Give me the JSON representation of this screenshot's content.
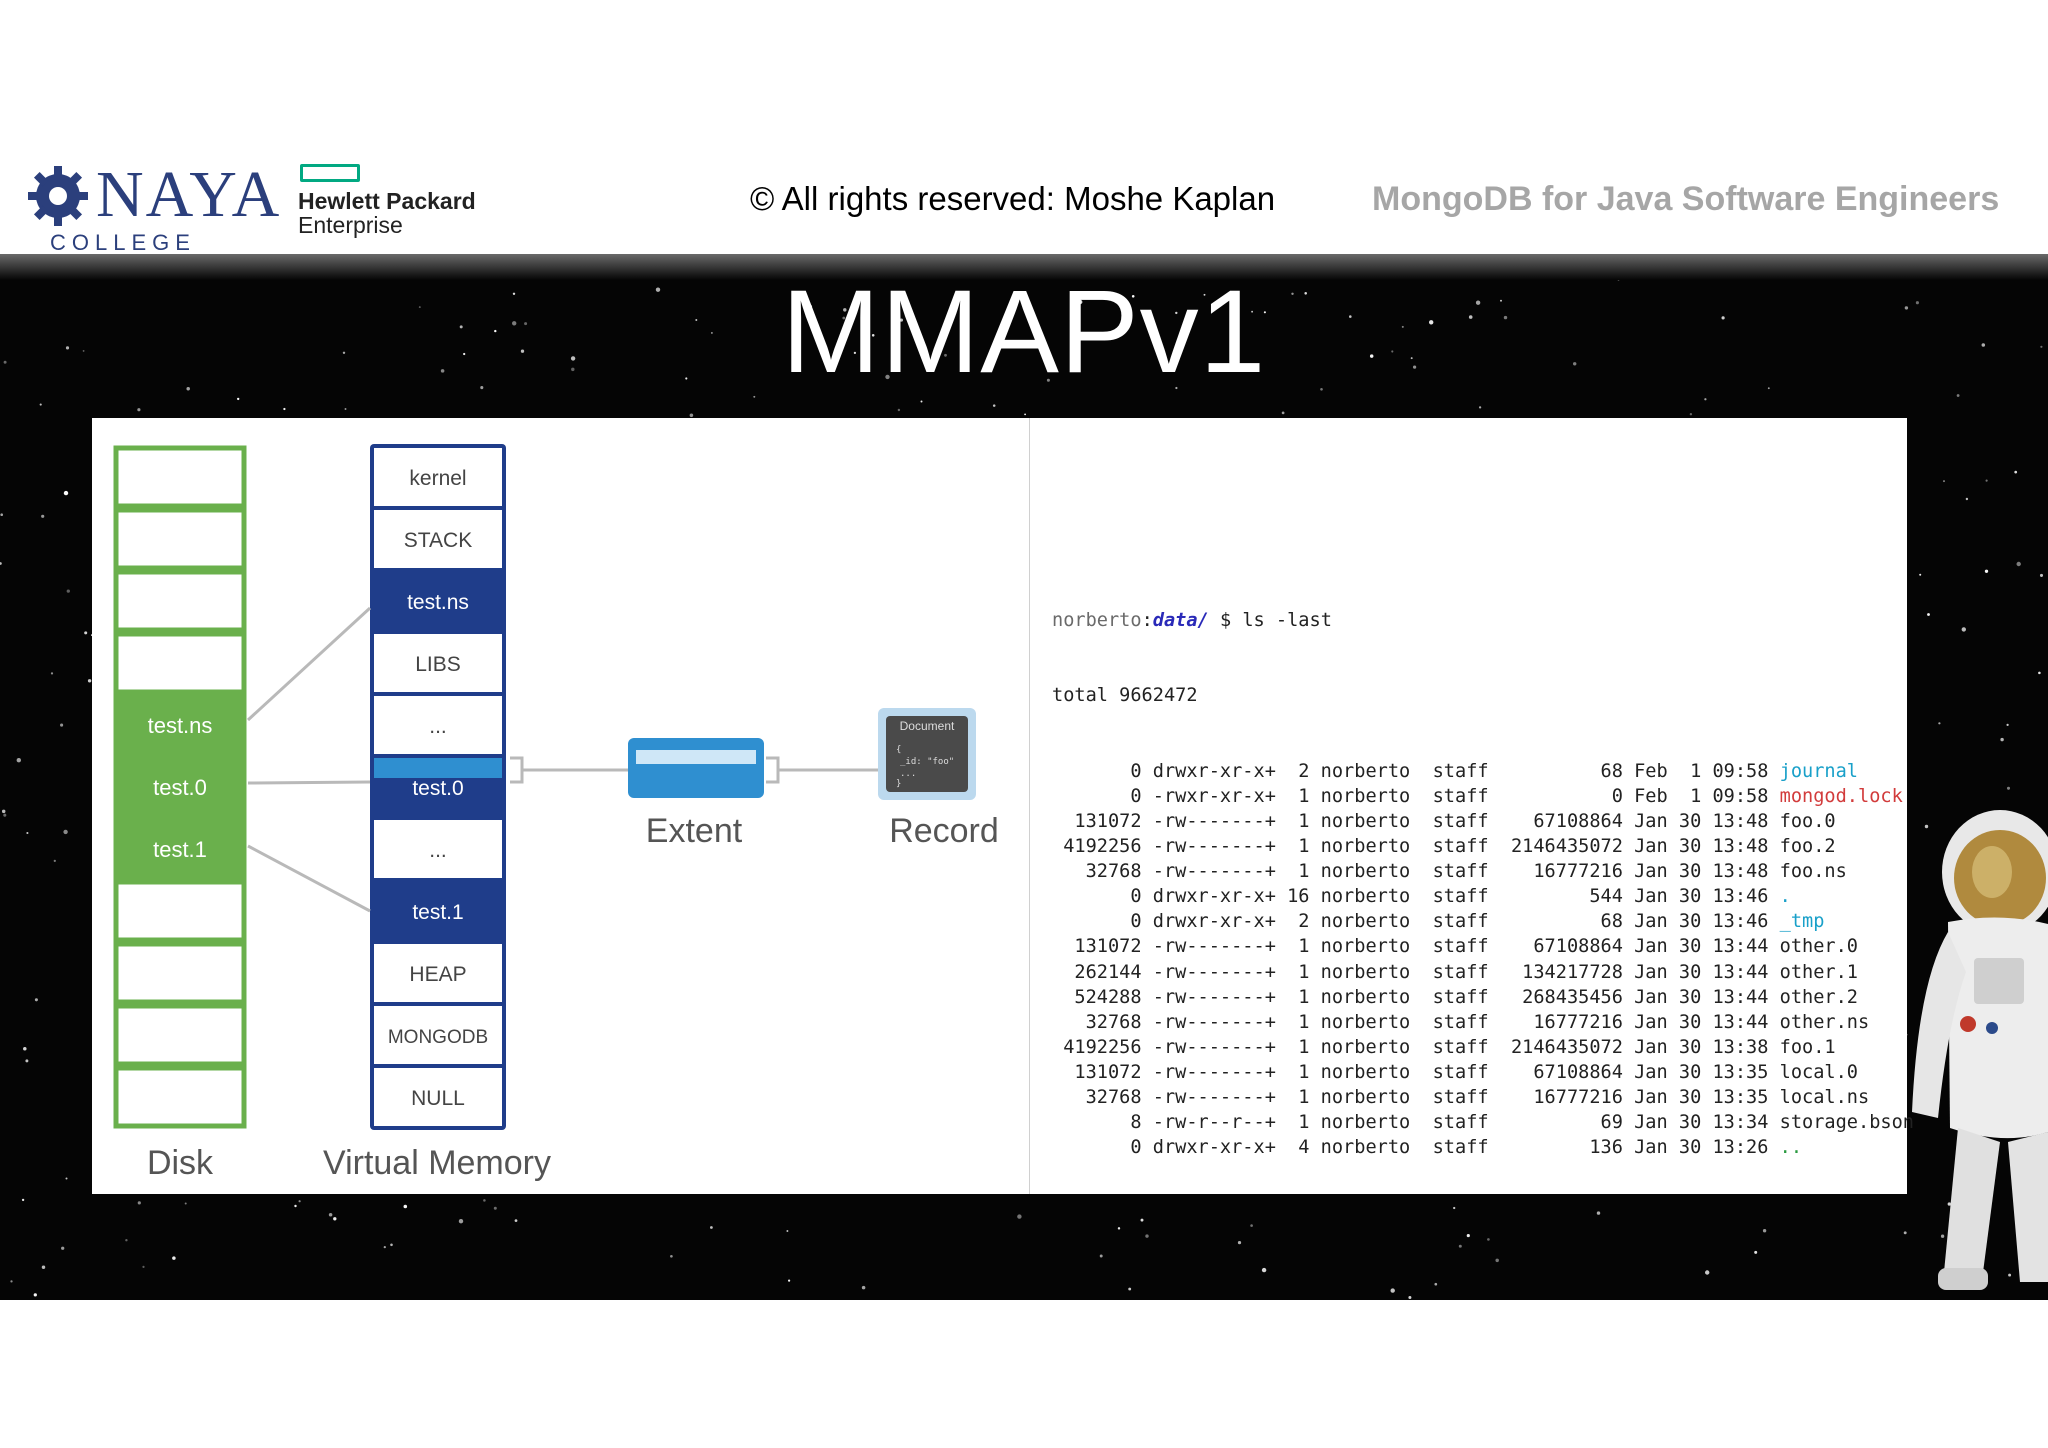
{
  "header": {
    "naya_name": "NAYA",
    "naya_college": "COLLEGE",
    "hpe_line1": "Hewlett Packard",
    "hpe_line2": "Enterprise",
    "copyright": "© All rights reserved: Moshe Kaplan",
    "course_title": "MongoDB for Java Software Engineers"
  },
  "slide": {
    "title": "MMAPv1"
  },
  "diagram": {
    "disk_label": "Disk",
    "vm_label": "Virtual Memory",
    "extent_label": "Extent",
    "record_label": "Record",
    "document_label": "Document",
    "disk_cells": [
      "",
      "",
      "",
      "",
      "test.ns",
      "test.0",
      "test.1",
      "",
      "",
      "",
      ""
    ],
    "vm_cells": [
      "kernel",
      "STACK",
      "test.ns",
      "LIBS",
      "...",
      "test.0",
      "...",
      "test.1",
      "HEAP",
      "MONGODB",
      "NULL"
    ],
    "colors": {
      "disk_green": "#6ab04c",
      "vm_navy": "#1f3d8a",
      "extent_blue": "#2f8fd0"
    }
  },
  "terminal": {
    "prompt_user": "norberto",
    "prompt_dir": "data/",
    "prompt_cmd": " $ ls -last",
    "total": "total 9662472",
    "rows": [
      {
        "text": "       0 drwxr-xr-x+  2 norberto  staff          68 Feb  1 09:58 ",
        "name": "journal",
        "color": "teal"
      },
      {
        "text": "       0 -rwxr-xr-x+  1 norberto  staff           0 Feb  1 09:58 ",
        "name": "mongod.lock",
        "color": "red"
      },
      {
        "text": "  131072 -rw-------+  1 norberto  staff    67108864 Jan 30 13:48 ",
        "name": "foo.0",
        "color": ""
      },
      {
        "text": " 4192256 -rw-------+  1 norberto  staff  2146435072 Jan 30 13:48 ",
        "name": "foo.2",
        "color": ""
      },
      {
        "text": "   32768 -rw-------+  1 norberto  staff    16777216 Jan 30 13:48 ",
        "name": "foo.ns",
        "color": ""
      },
      {
        "text": "       0 drwxr-xr-x+ 16 norberto  staff         544 Jan 30 13:46 ",
        "name": ".",
        "color": "teal"
      },
      {
        "text": "       0 drwxr-xr-x+  2 norberto  staff          68 Jan 30 13:46 ",
        "name": "_tmp",
        "color": "teal"
      },
      {
        "text": "  131072 -rw-------+  1 norberto  staff    67108864 Jan 30 13:44 ",
        "name": "other.0",
        "color": ""
      },
      {
        "text": "  262144 -rw-------+  1 norberto  staff   134217728 Jan 30 13:44 ",
        "name": "other.1",
        "color": ""
      },
      {
        "text": "  524288 -rw-------+  1 norberto  staff   268435456 Jan 30 13:44 ",
        "name": "other.2",
        "color": ""
      },
      {
        "text": "   32768 -rw-------+  1 norberto  staff    16777216 Jan 30 13:44 ",
        "name": "other.ns",
        "color": ""
      },
      {
        "text": " 4192256 -rw-------+  1 norberto  staff  2146435072 Jan 30 13:38 ",
        "name": "foo.1",
        "color": ""
      },
      {
        "text": "  131072 -rw-------+  1 norberto  staff    67108864 Jan 30 13:35 ",
        "name": "local.0",
        "color": ""
      },
      {
        "text": "   32768 -rw-------+  1 norberto  staff    16777216 Jan 30 13:35 ",
        "name": "local.ns",
        "color": ""
      },
      {
        "text": "       8 -rw-r--r--+  1 norberto  staff          69 Jan 30 13:34 ",
        "name": "storage.bson",
        "color": ""
      },
      {
        "text": "       0 drwxr-xr-x+  4 norberto  staff         136 Jan 30 13:26 ",
        "name": "..",
        "color": "green"
      }
    ]
  }
}
